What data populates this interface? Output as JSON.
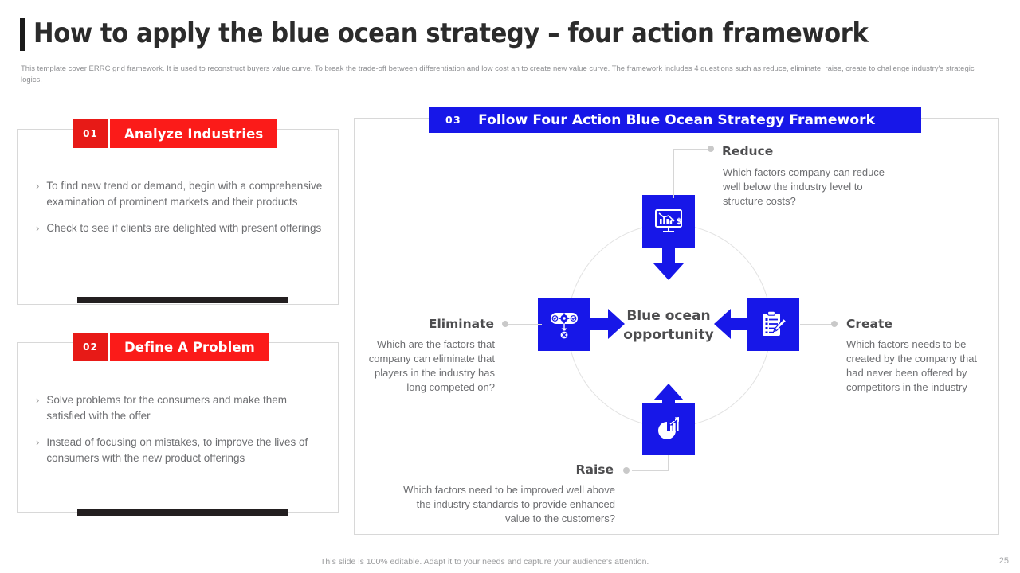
{
  "slide": {
    "title": "How to apply the blue ocean strategy – four action framework",
    "subtitle": "This template cover ERRC grid framework. It is used to reconstruct buyers value curve.  To break the trade-off between differentiation and low cost an to  create new value curve.  The framework includes 4 questions such as reduce, eliminate, raise, create to challenge industry's strategic logics.",
    "footer_note": "This slide is 100% editable. Adapt it to your needs and capture your audience's attention.",
    "page_number": "25"
  },
  "colors": {
    "red": "#fb1b19",
    "red_dark": "#e71a17",
    "blue": "#1717e8",
    "text_gray": "#6d6e71",
    "heading_gray": "#4d4d4f",
    "border_gray": "#d8d8d8",
    "black_bar": "#231f20"
  },
  "cards": [
    {
      "number": "01",
      "title": "Analyze Industries",
      "bullets": [
        "To find new trend or demand, begin with a comprehensive examination of prominent markets and their products",
        "Check to see if clients are delighted with present offerings"
      ]
    },
    {
      "number": "02",
      "title": "Define A Problem",
      "bullets": [
        "Solve problems for the consumers and make them satisfied with the offer",
        "Instead of focusing on mistakes, to improve the lives of consumers with the new product offerings"
      ]
    }
  ],
  "panel": {
    "number": "03",
    "title": "Follow Four Action Blue Ocean Strategy Framework",
    "center_line1": "Blue ocean",
    "center_line2": "opportunity",
    "nodes": [
      {
        "key": "reduce",
        "label": "Reduce",
        "description": "Which factors company can reduce well below the industry level to structure costs?",
        "icon": "monitor-declining-chart-dollar-icon"
      },
      {
        "key": "eliminate",
        "label": "Eliminate",
        "description": "Which are the factors that company can eliminate that players in the industry has long competed on?",
        "icon": "gear-settings-remove-icon"
      },
      {
        "key": "create",
        "label": "Create",
        "description": "Which factors needs to be created by the company that had never been offered by competitors in the industry",
        "icon": "clipboard-pencil-icon"
      },
      {
        "key": "raise",
        "label": "Raise",
        "description": "Which factors need to be improved well above the industry standards to provide enhanced value to the customers?",
        "icon": "pie-chart-growth-arrow-icon"
      }
    ]
  },
  "bullet_marker": "›"
}
